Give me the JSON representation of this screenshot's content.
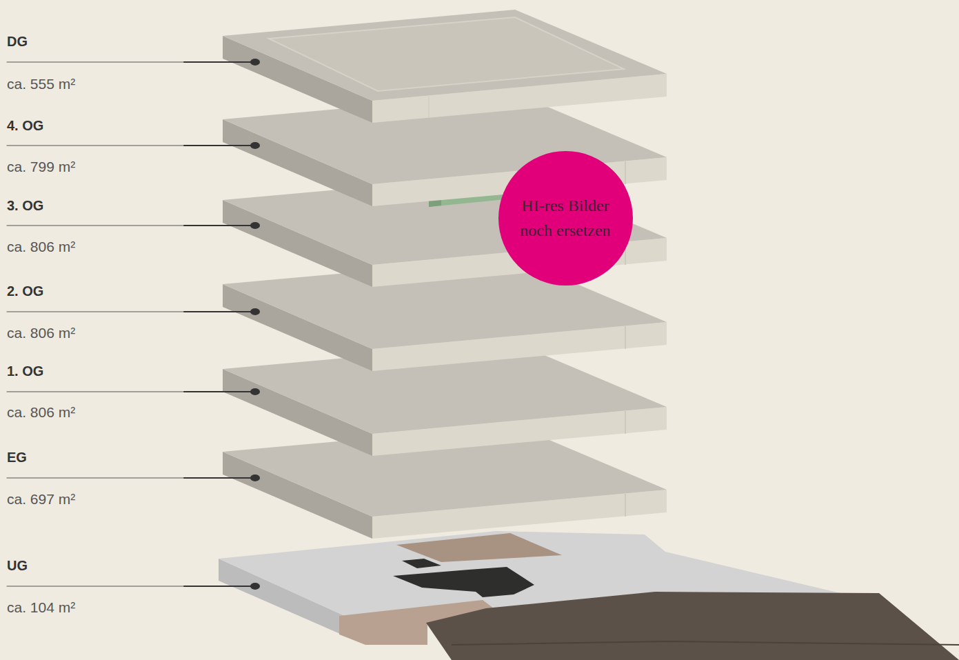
{
  "diagram": {
    "nodes": [
      {
        "text": [
          "HI-res Bilder noch ersetzen"
        ]
      }
    ],
    "labels": [
      "DG",
      "ca. 555 m²",
      "4. OG",
      "ca. 799 m²",
      "3. OG",
      "ca. 806 m²",
      "2. OG",
      "ca. 806 m²",
      "1. OG",
      "ca. 806 m²",
      "EG",
      "ca. 697 m²",
      "UG",
      "ca. 104 m²"
    ]
  }
}
